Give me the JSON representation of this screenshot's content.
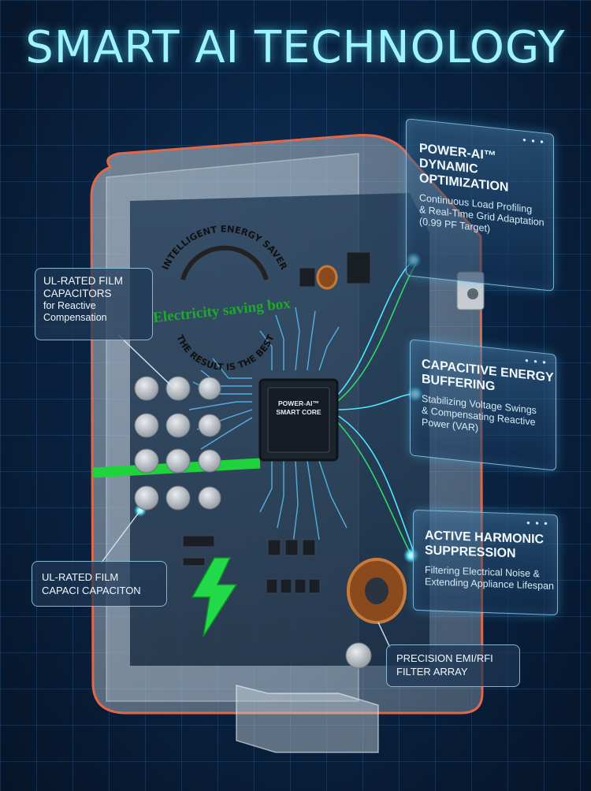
{
  "title": "SMART AI TECHNOLOGY",
  "stamp": {
    "arc_top": "INTELLIGENT ENERGY SAVER",
    "center": "Electricity saving box",
    "arc_bottom": "THE RESULT IS THE BEST"
  },
  "chip": {
    "line1": "POWER-AI™",
    "line2": "SMART CORE"
  },
  "panels": [
    {
      "heading": [
        "POWER-AI™",
        "DYNAMIC",
        "OPTIMIZATION"
      ],
      "body": [
        "Continuous Load Profiling",
        "& Real-Time Grid Adaptation",
        "(0.99 PF Target)"
      ]
    },
    {
      "heading": [
        "CAPACITIVE ENERGY",
        "BUFFERING"
      ],
      "body": [
        "Stabilizing Voltage Swings",
        "& Compensating Reactive",
        "Power (VAR)"
      ]
    },
    {
      "heading": [
        "ACTIVE HARMONIC",
        "SUPPRESSION"
      ],
      "body": [
        "Filtering Electrical Noise &",
        "Extending Appliance Lifespan"
      ]
    }
  ],
  "callouts": {
    "film_top": {
      "l1": "UL-RATED FILM",
      "l2": "CAPACITORS",
      "l3": "for Reactive",
      "l4": "Compensation"
    },
    "film_bottom": {
      "l1": "UL-RATED FILM",
      "l2": "CAPACI CAPACITON"
    },
    "emi": {
      "l1": "PRECISION EMI/RFI",
      "l2": "FILTER ARRAY"
    }
  },
  "colors": {
    "title": "#9ff3ff",
    "bolt": "#22d94a",
    "green_line": "#1fd33c",
    "glow": "#4fe8ff",
    "housing_edge": "#e0684a"
  },
  "icons": {
    "bolt": "lightning-bolt-icon"
  }
}
